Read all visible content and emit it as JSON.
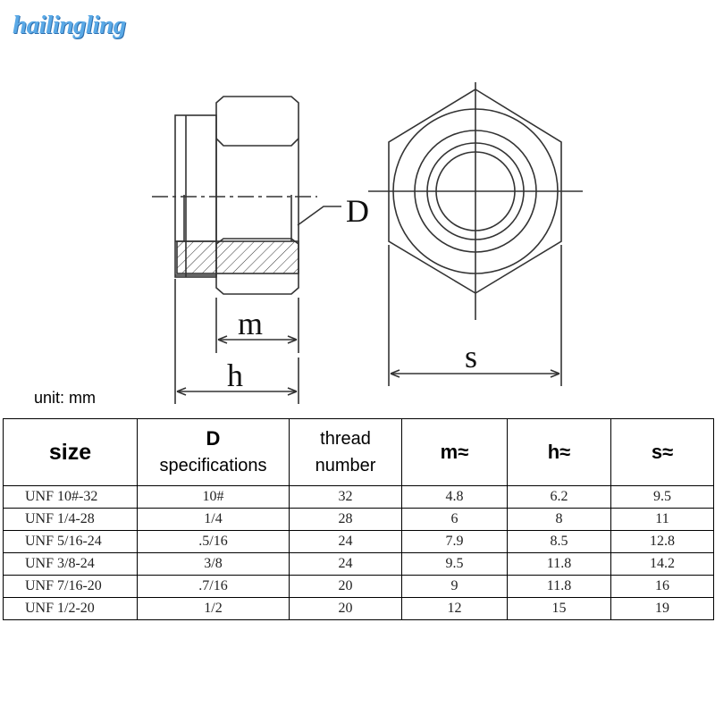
{
  "watermark": "hailingling",
  "drawing_labels": {
    "d": "D",
    "m": "m",
    "h": "h",
    "s": "s"
  },
  "unit_label": "unit: mm",
  "table": {
    "headers": {
      "size": "size",
      "d_top": "D",
      "d_bottom": "specifications",
      "thread_top": "thread",
      "thread_bottom": "number",
      "m": "m≈",
      "h": "h≈",
      "s": "s≈"
    },
    "rows": [
      [
        "UNF 10#-32",
        "10#",
        "32",
        "4.8",
        "6.2",
        "9.5"
      ],
      [
        "UNF 1/4-28",
        "1/4",
        "28",
        "6",
        "8",
        "11"
      ],
      [
        "UNF 5/16-24",
        ".5/16",
        "24",
        "7.9",
        "8.5",
        "12.8"
      ],
      [
        "UNF 3/8-24",
        "3/8",
        "24",
        "9.5",
        "11.8",
        "14.2"
      ],
      [
        "UNF 7/16-20",
        ".7/16",
        "20",
        "9",
        "11.8",
        "16"
      ],
      [
        "UNF 1/2-20",
        "1/2",
        "20",
        "12",
        "15",
        "19"
      ]
    ]
  }
}
